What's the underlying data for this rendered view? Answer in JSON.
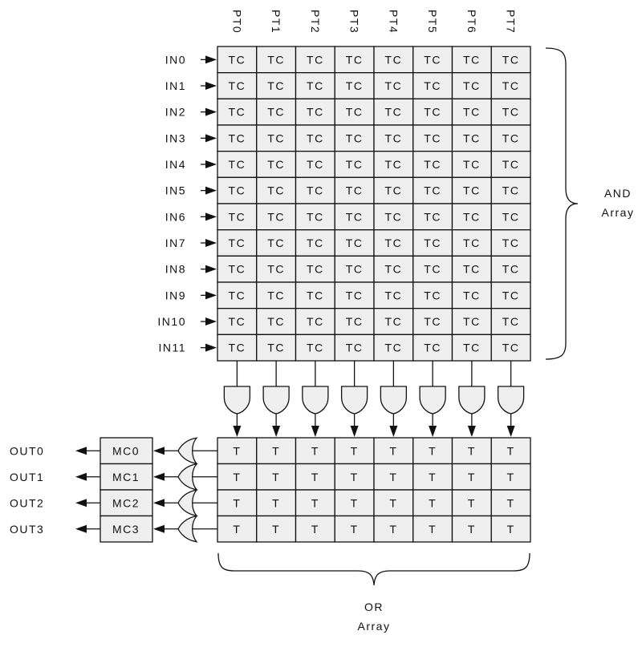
{
  "product_terms": [
    "PT0",
    "PT1",
    "PT2",
    "PT3",
    "PT4",
    "PT5",
    "PT6",
    "PT7"
  ],
  "inputs": [
    "IN0",
    "IN1",
    "IN2",
    "IN3",
    "IN4",
    "IN5",
    "IN6",
    "IN7",
    "IN8",
    "IN9",
    "IN10",
    "IN11"
  ],
  "and_cell_label": "TC",
  "or_cell_label": "T",
  "macrocells": [
    "MC0",
    "MC1",
    "MC2",
    "MC3"
  ],
  "outputs": [
    "OUT0",
    "OUT1",
    "OUT2",
    "OUT3"
  ],
  "and_array_label": [
    "AND",
    "Array"
  ],
  "or_array_label": [
    "OR",
    "Array"
  ],
  "colors": {
    "cell_fill": "#efefef",
    "line": "#111111"
  }
}
